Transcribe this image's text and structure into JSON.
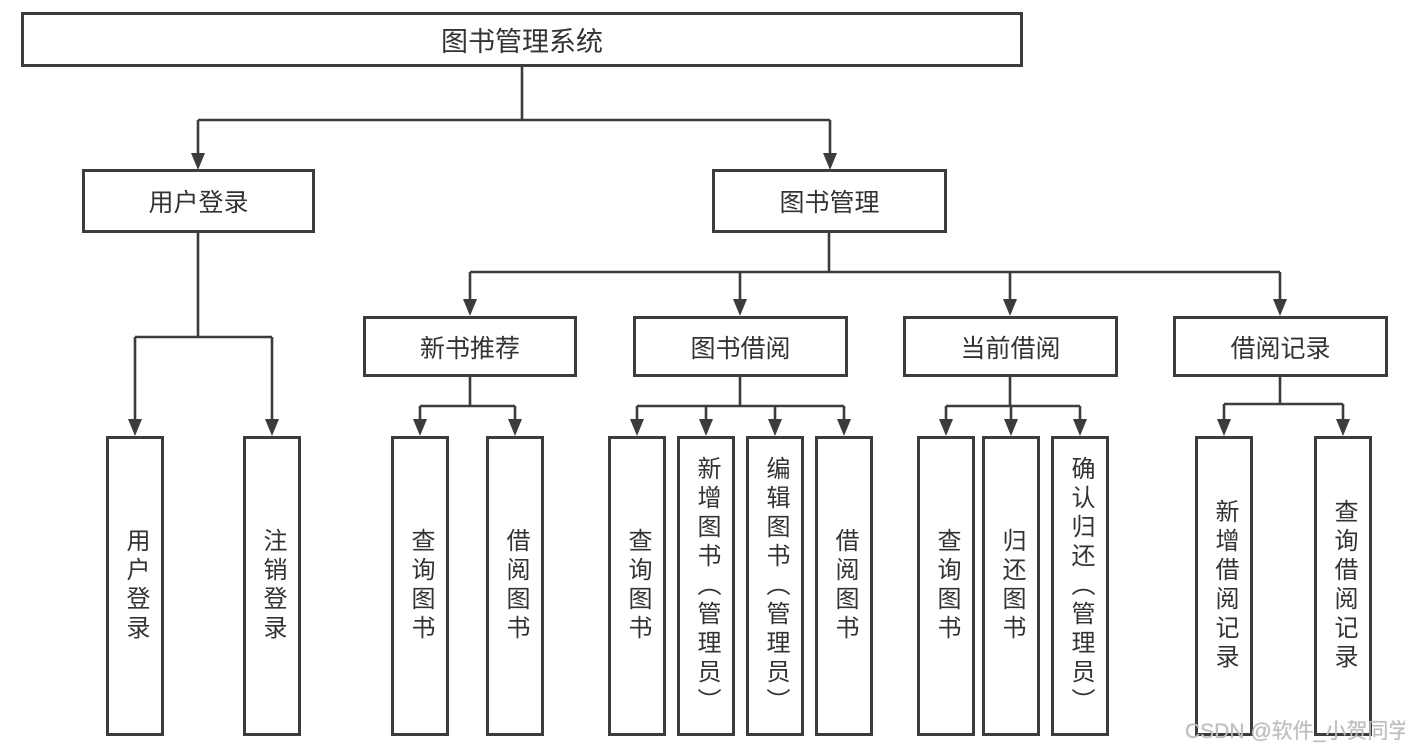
{
  "diagram": {
    "root": "图书管理系统",
    "branches": [
      {
        "label": "用户登录",
        "leaves": [
          "用户登录",
          "注销登录"
        ]
      },
      {
        "label": "图书管理",
        "groups": [
          {
            "label": "新书推荐",
            "leaves": [
              "查询图书",
              "借阅图书"
            ]
          },
          {
            "label": "图书借阅",
            "leaves": [
              "查询图书",
              "新增图书（管理员）",
              "编辑图书（管理员）",
              "借阅图书"
            ]
          },
          {
            "label": "当前借阅",
            "leaves": [
              "查询图书",
              "归还图书",
              "确认归还（管理员）"
            ]
          },
          {
            "label": "借阅记录",
            "leaves": [
              "新增借阅记录",
              "查询借阅记录"
            ]
          }
        ]
      }
    ]
  },
  "watermark": "CSDN @软件_小贺同学",
  "colors": {
    "line": "#3c3c3c",
    "text": "#333333",
    "background": "#ffffff",
    "watermark": "#bdbdbd"
  }
}
